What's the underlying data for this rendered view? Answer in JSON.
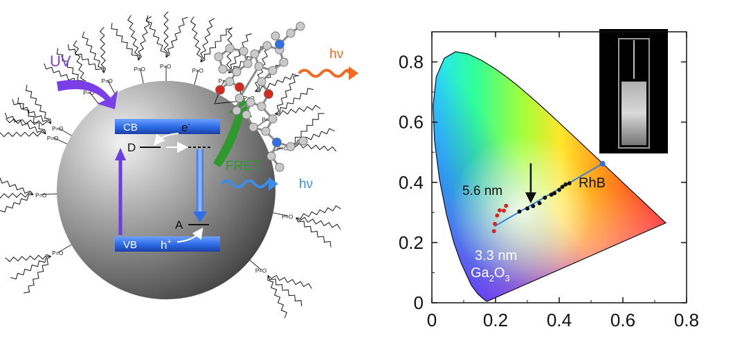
{
  "left_panel": {
    "uv_label": "UV",
    "cb_label": "CB",
    "vb_label": "VB",
    "electron_label": "e",
    "electron_sup": "-",
    "hole_label": "h",
    "hole_sup": "+",
    "donor_label": "D",
    "acceptor_label": "A",
    "fret_label": "FRET",
    "emission_blue_label": "hν",
    "emission_orange_label": "hν",
    "ligand_label": "P=O",
    "colors": {
      "uv_arrow": "#7b3fe8",
      "band": "#2f6fe8",
      "fret_arrow": "#2e9a2e",
      "emission_blue": "#3b8de8",
      "emission_orange": "#f26a21",
      "nanoparticle_light": "#f2f2f2",
      "nanoparticle_dark": "#3a3a3a"
    }
  },
  "chart_data": {
    "type": "scatter",
    "title": "",
    "xlabel": "",
    "ylabel": "",
    "xlim": [
      0,
      0.8
    ],
    "ylim": [
      0,
      0.9
    ],
    "x_ticks": [
      "0",
      "0.2",
      "0.4",
      "0.6",
      "0.8"
    ],
    "y_ticks": [
      "0",
      "0.2",
      "0.4",
      "0.6",
      "0.8"
    ],
    "grid": false,
    "series": [
      {
        "color": "#d42a1e",
        "points": [
          [
            0.195,
            0.238
          ],
          [
            0.198,
            0.262
          ],
          [
            0.205,
            0.29
          ],
          [
            0.213,
            0.307
          ],
          [
            0.226,
            0.306
          ],
          [
            0.233,
            0.322
          ]
        ]
      },
      {
        "color": "#111111",
        "points": [
          [
            0.275,
            0.303
          ],
          [
            0.3,
            0.313
          ],
          [
            0.318,
            0.321
          ],
          [
            0.338,
            0.331
          ],
          [
            0.355,
            0.349
          ],
          [
            0.375,
            0.359
          ],
          [
            0.385,
            0.364
          ],
          [
            0.4,
            0.375
          ],
          [
            0.41,
            0.385
          ],
          [
            0.42,
            0.393
          ],
          [
            0.432,
            0.397
          ]
        ]
      },
      {
        "color": "#2f6fe8",
        "points": [
          [
            0.536,
            0.462
          ]
        ]
      }
    ],
    "trend_line": [
      [
        0.197,
        0.254
      ],
      [
        0.536,
        0.462
      ]
    ],
    "annotations": {
      "size_large": "5.6 nm",
      "size_small": "3.3 nm",
      "dye": "RhB",
      "host_main": "Ga",
      "host_sub1": "2",
      "host_mid": "O",
      "host_sub2": "3"
    },
    "arrow_at": [
      0.315,
      0.33
    ]
  }
}
